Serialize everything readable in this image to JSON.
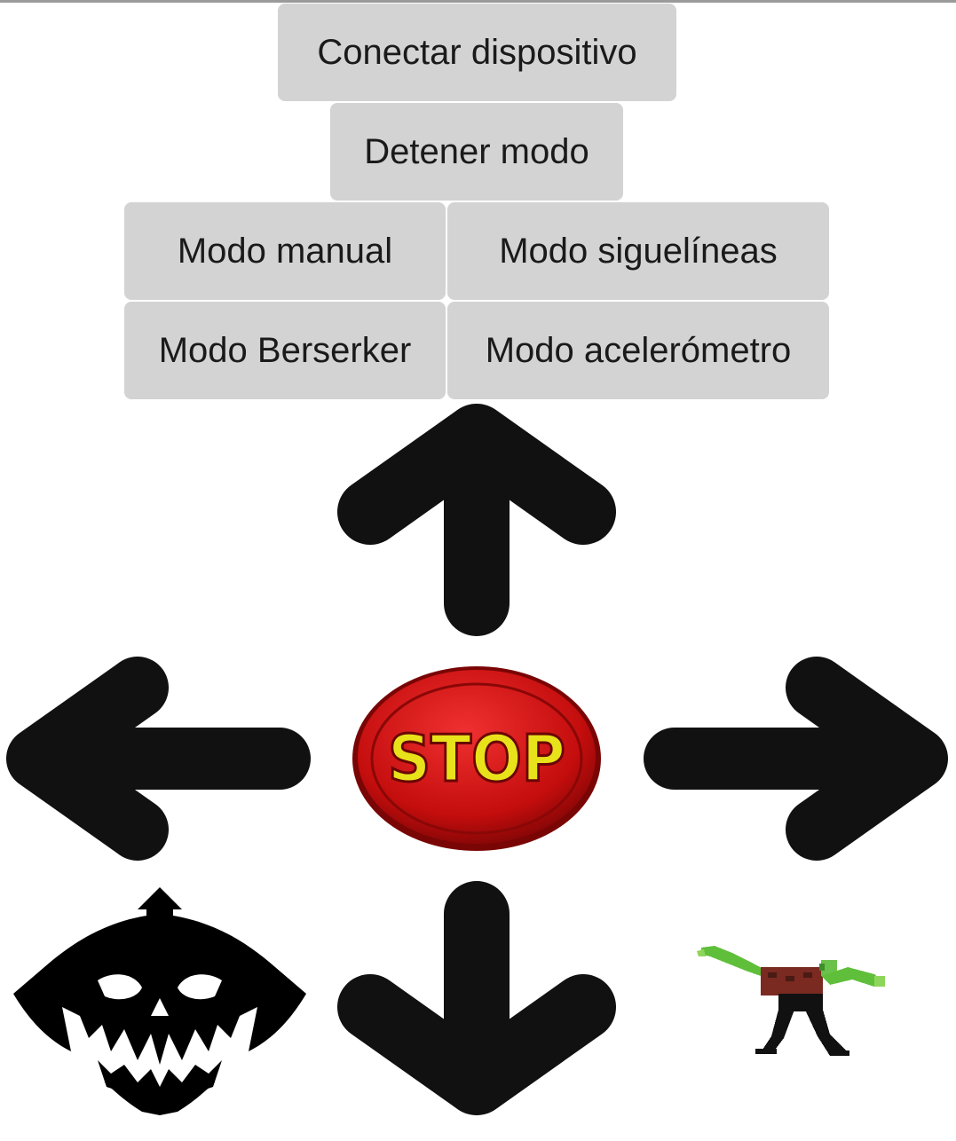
{
  "buttons": {
    "connect": "Conectar dispositivo",
    "stop_mode": "Detener modo",
    "manual": "Modo manual",
    "line_follower": "Modo siguelíneas",
    "berserker": "Modo Berserker",
    "accelerometer": "Modo acelerómetro"
  },
  "controls": {
    "stop_label": "STOP",
    "up": "arrow-up-icon",
    "down": "arrow-down-icon",
    "left": "arrow-left-icon",
    "right": "arrow-right-icon",
    "berserker_image": "skull-mask-icon",
    "dance_image": "dancing-character-icon"
  },
  "colors": {
    "button_bg": "#d3d3d3",
    "arrow": "#111111",
    "stop_red": "#cc0f0f",
    "stop_text": "#e8e21a"
  }
}
